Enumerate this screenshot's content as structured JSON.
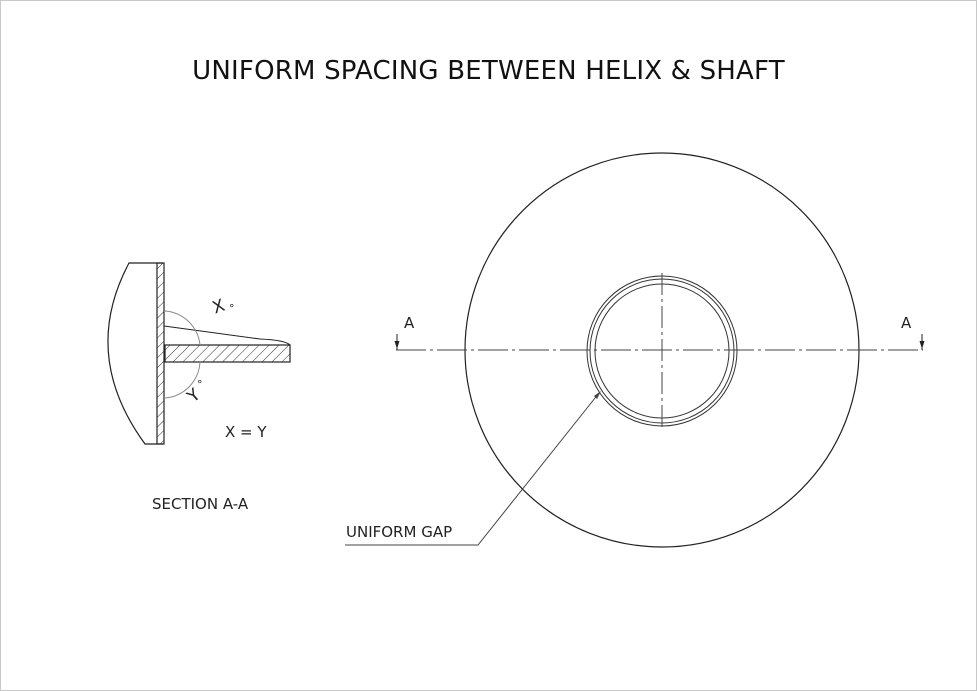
{
  "title": "UNIFORM SPACING BETWEEN HELIX & SHAFT",
  "section_view": {
    "angle_x_label": "X",
    "angle_y_label": "Y",
    "degree_symbol": "°",
    "equation": "X = Y",
    "caption": "SECTION A-A"
  },
  "plan_view": {
    "section_marker_left": "A",
    "section_marker_right": "A",
    "leader_label": "UNIFORM GAP"
  },
  "colors": {
    "line": "#222222",
    "dim_line": "#8a8a8a",
    "border": "#c8c8c8"
  }
}
